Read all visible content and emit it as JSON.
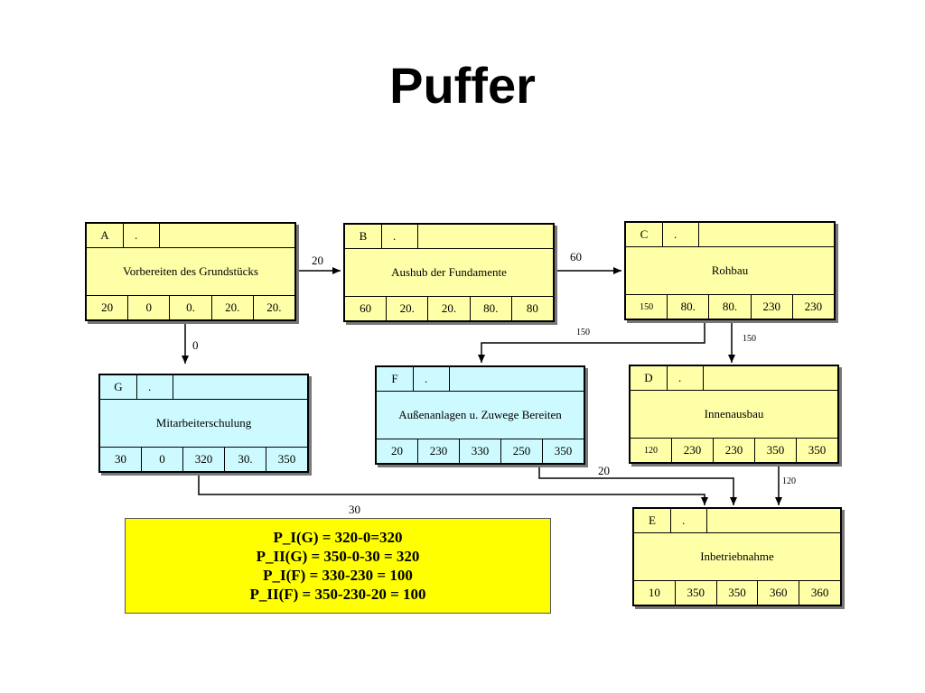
{
  "title": "Puffer",
  "nodes": {
    "A": {
      "id": "A",
      "dot": ".",
      "name": "Vorbereiten des Grundstücks",
      "values": [
        "20",
        "0",
        "0.",
        "20.",
        "20."
      ]
    },
    "B": {
      "id": "B",
      "dot": ".",
      "name": "Aushub der Fundamente",
      "values": [
        "60",
        "20.",
        "20.",
        "80.",
        "80"
      ]
    },
    "C": {
      "id": "C",
      "dot": ".",
      "name": "Rohbau",
      "values": [
        "150",
        "80.",
        "80.",
        "230",
        "230"
      ]
    },
    "G": {
      "id": "G",
      "dot": ".",
      "name": "Mitarbeiterschulung",
      "values": [
        "30",
        "0",
        "320",
        "30.",
        "350"
      ]
    },
    "F": {
      "id": "F",
      "dot": ".",
      "name": "Außenanlagen u. Zuwege Bereiten",
      "values": [
        "20",
        "230",
        "330",
        "250",
        "350"
      ]
    },
    "D": {
      "id": "D",
      "dot": ".",
      "name": "Innenausbau",
      "values": [
        "120",
        "230",
        "230",
        "350",
        "350"
      ]
    },
    "E": {
      "id": "E",
      "dot": ".",
      "name": "Inbetriebnahme",
      "values": [
        "10",
        "350",
        "350",
        "360",
        "360"
      ]
    }
  },
  "edge_labels": {
    "a_b": "20",
    "b_c": "60",
    "a_g": "0",
    "c_f": "150",
    "c_d": "150",
    "f_e": "20",
    "g_e": "30",
    "d_e": "120"
  },
  "formulas": [
    "P_I(G) = 320-0=320",
    "P_II(G) = 350-0-30 = 320",
    "P_I(F) = 330-230 = 100",
    "P_II(F) = 350-230-20 = 100"
  ],
  "colors": {
    "yellow_node": "#ffffa8",
    "cyan_node": "#cdfafe",
    "formula_box": "#ffff00"
  }
}
